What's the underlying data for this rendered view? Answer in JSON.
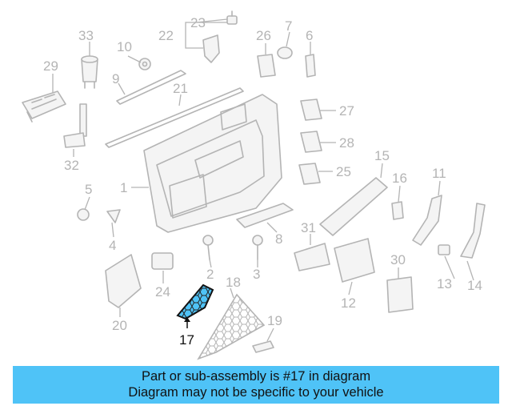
{
  "diagram": {
    "highlighted_part": "17",
    "highlight_color": "#4fc3f7",
    "callouts": [
      "1",
      "2",
      "3",
      "4",
      "5",
      "6",
      "7",
      "8",
      "9",
      "10",
      "11",
      "12",
      "13",
      "14",
      "15",
      "16",
      "17",
      "18",
      "19",
      "20",
      "21",
      "22",
      "23",
      "24",
      "25",
      "26",
      "27",
      "28",
      "29",
      "30",
      "31",
      "32",
      "33"
    ]
  },
  "banner": {
    "line1": "Part or sub-assembly is #17 in diagram",
    "line2": "Diagram may not be specific to your vehicle",
    "color": "#4fc3f7"
  }
}
